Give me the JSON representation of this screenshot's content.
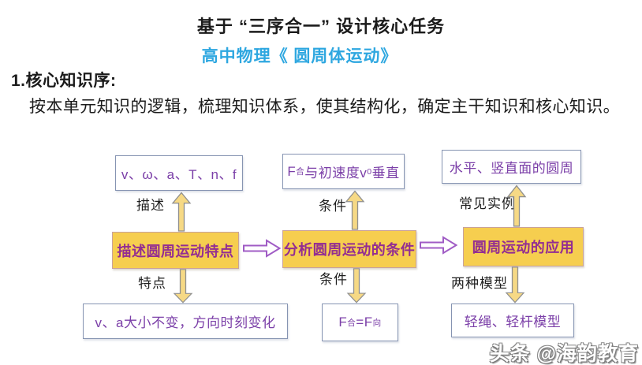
{
  "colors": {
    "title": "#1b1b1b",
    "subtitle-blue": "#2ea7e0",
    "box-border": "#8694b2",
    "box-text-purple": "#7b3fa8",
    "main-box-fill": "#f6ce4f",
    "main-box-border": "#c9a29b",
    "main-box-text": "#932d92",
    "arrow-fill": "#f6d985",
    "arrow-stroke": "#8f8f8f",
    "harrow-stroke": "#a05cc5"
  },
  "header": {
    "title": "基于 “三序合一” 设计核心任务",
    "subtitle": "高中物理《 圆周体运动》"
  },
  "section": {
    "heading": "1.核心知识序:",
    "body": "按本单元知识的逻辑，梳理知识体系，使其结构化，确定主干知识和核心知识。"
  },
  "diagram": {
    "top_row": [
      {
        "rich": [
          {
            "t": "v、ω、a、T、n、f"
          }
        ]
      },
      {
        "rich": [
          {
            "t": "F"
          },
          {
            "t": "合",
            "sub": true
          },
          {
            "t": "与初速度v"
          },
          {
            "t": "0",
            "sub": true
          },
          {
            "t": "垂直"
          }
        ]
      },
      {
        "rich": [
          {
            "t": "水平、竖直面的圆周"
          }
        ]
      }
    ],
    "main_row": [
      {
        "label": "描述圆周运动特点"
      },
      {
        "label": "分析圆周运动的条件"
      },
      {
        "label": "圆周运动的应用"
      }
    ],
    "bottom_row": [
      {
        "rich": [
          {
            "t": "v、a大小不变，方向时刻变化"
          }
        ]
      },
      {
        "rich": [
          {
            "t": "F"
          },
          {
            "t": "合",
            "sub": true
          },
          {
            "t": "="
          },
          {
            "t": "F"
          },
          {
            "t": "向",
            "sub": true
          }
        ]
      },
      {
        "rich": [
          {
            "t": "轻绳、轻杆模型"
          }
        ]
      }
    ],
    "edge_labels": {
      "describe": "描述",
      "condition_top": "条件",
      "examples": "常见实例",
      "feature": "特点",
      "condition_bottom": "条件",
      "models": "两种模型"
    }
  },
  "watermark": "头条 @海韵教育"
}
